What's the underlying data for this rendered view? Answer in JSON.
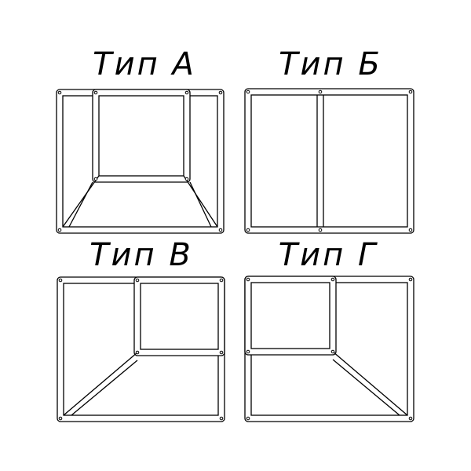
{
  "panels": [
    {
      "id": "a",
      "title": "Тип А"
    },
    {
      "id": "b",
      "title": "Тип Б"
    },
    {
      "id": "v",
      "title": "Тип В"
    },
    {
      "id": "g",
      "title": "Тип Г"
    }
  ],
  "colors": {
    "line": "#000000",
    "background": "#ffffff"
  }
}
